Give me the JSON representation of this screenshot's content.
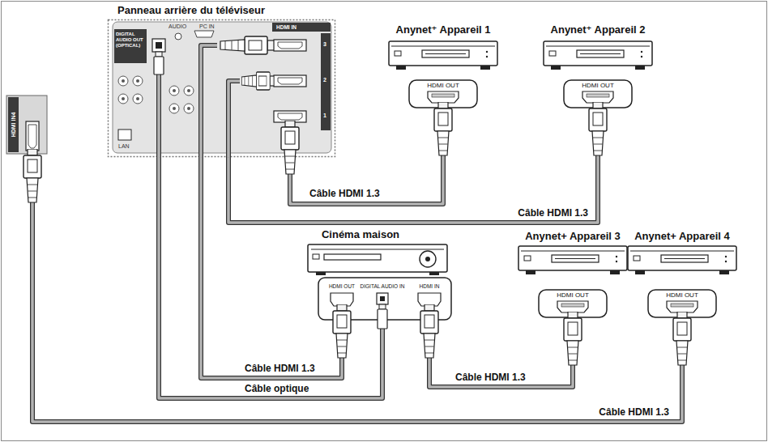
{
  "diagram": {
    "nodes": [
      {
        "text": [
          "Panneau arrière du téléviseur"
        ]
      },
      {
        "text": [
          "Anynet⁺ Appareil 1",
          "HDMI OUT"
        ]
      },
      {
        "text": [
          "Anynet⁺ Appareil 2",
          "HDMI OUT"
        ]
      },
      {
        "text": [
          "HDMI IN4"
        ]
      },
      {
        "text": [
          "Cinéma maison",
          "HDMI OUT",
          "DIGITAL AUDIO IN",
          "HDMI IN"
        ]
      },
      {
        "text": [
          "Anynet+ Appareil 3",
          "HDMI OUT"
        ]
      },
      {
        "text": [
          "Anynet+ Appareil 4",
          "HDMI OUT"
        ]
      }
    ],
    "edges": [
      {
        "from": 0,
        "to": 1,
        "arrow": "none",
        "label": "Câble HDMI 1.3"
      },
      {
        "from": 0,
        "to": 2,
        "arrow": "none",
        "label": "Câble HDMI 1.3"
      },
      {
        "from": 0,
        "to": 4,
        "arrow": "none",
        "label": "Câble HDMI 1.3"
      },
      {
        "from": 0,
        "to": 4,
        "arrow": "none",
        "label": "Câble optique"
      },
      {
        "from": 4,
        "to": 5,
        "arrow": "none",
        "label": "Câble HDMI 1.3"
      },
      {
        "from": 3,
        "to": 6,
        "arrow": "none",
        "label": "Câble HDMI 1.3"
      }
    ],
    "labels": [
      "DIGITAL AUDIO OUT (OPTICAL)",
      "AUDIO",
      "PC IN",
      "HDMI IN",
      "3",
      "2",
      "1",
      "LAN"
    ]
  }
}
